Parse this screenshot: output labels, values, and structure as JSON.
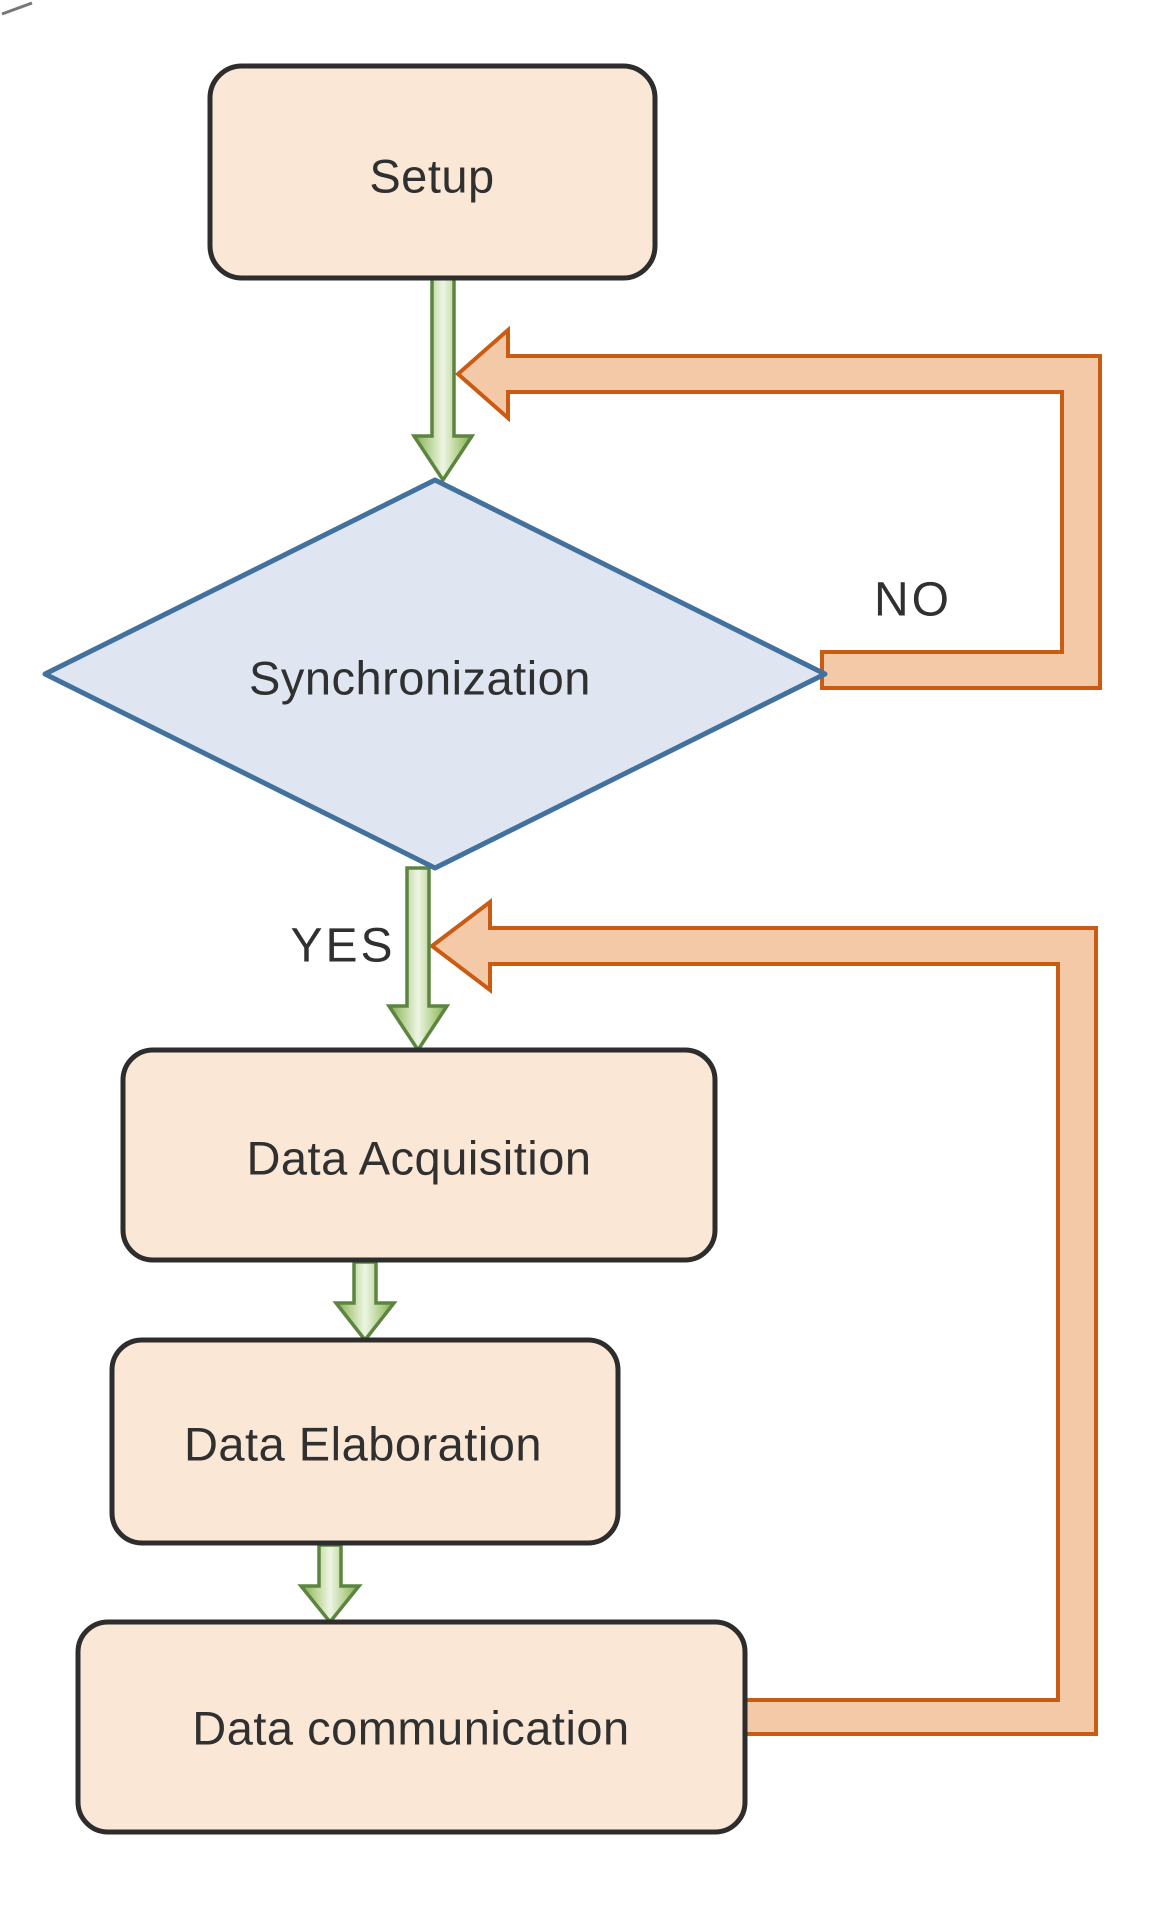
{
  "diagram": {
    "background": "#ffffff",
    "nodes": [
      {
        "id": "setup",
        "type": "process",
        "label": "Setup"
      },
      {
        "id": "synchronization",
        "type": "decision",
        "label": "Synchronization"
      },
      {
        "id": "data-acquisition",
        "type": "process",
        "label": "Data Acquisition"
      },
      {
        "id": "data-elaboration",
        "type": "process",
        "label": "Data Elaboration"
      },
      {
        "id": "data-communication",
        "type": "process",
        "label": "Data communication"
      }
    ],
    "edges": [
      {
        "id": "setup-to-synchronization",
        "from": "Setup",
        "to": "Synchronization",
        "style": "green-arrow",
        "label": ""
      },
      {
        "id": "synchronization-no-loopback",
        "from": "Synchronization",
        "to": "arrow into Synchronization",
        "style": "orange-loop",
        "label": "NO"
      },
      {
        "id": "synchronization-to-data-acquisition",
        "from": "Synchronization",
        "to": "Data Acquisition",
        "style": "green-arrow",
        "label": "YES"
      },
      {
        "id": "data-acquisition-to-data-elaboration",
        "from": "Data Acquisition",
        "to": "Data Elaboration",
        "style": "green-arrow",
        "label": ""
      },
      {
        "id": "data-elaboration-to-data-communication",
        "from": "Data Elaboration",
        "to": "Data communication",
        "style": "green-arrow",
        "label": ""
      },
      {
        "id": "data-communication-loopback",
        "from": "Data communication",
        "to": "arrow into Data Acquisition",
        "style": "orange-loop",
        "label": ""
      }
    ],
    "colors": {
      "process_fill": "#fbe7d6",
      "process_border": "#2d2d2d",
      "decision_fill": "#e0e5f2",
      "decision_border": "#41719c",
      "green_arrow_fill_center": "#edf5e4",
      "green_arrow_fill_edge": "#7fa65c",
      "green_arrow_border": "#5c8540",
      "orange_loop_fill": "#f4c9a8",
      "orange_loop_border": "#c95c12",
      "text": "#303030"
    }
  }
}
